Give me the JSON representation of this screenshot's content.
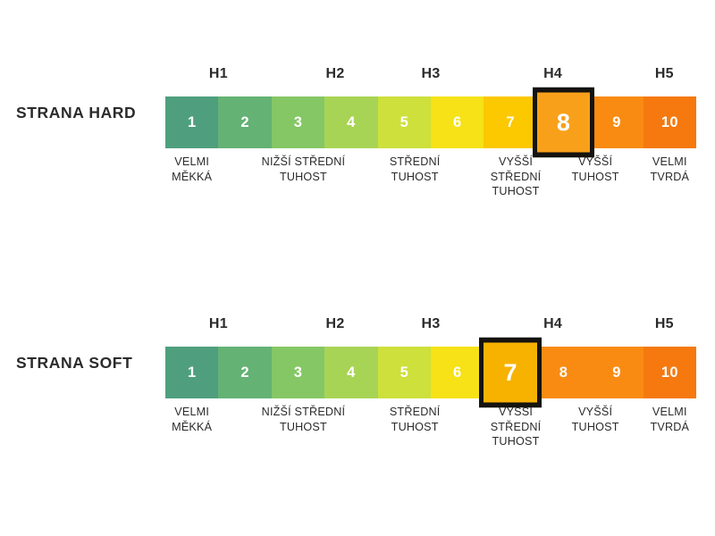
{
  "chart_data": {
    "type": "bar",
    "title": "",
    "scales": [
      {
        "id": "hard",
        "title": "STRANA HARD",
        "selected_value": 8,
        "values": [
          1,
          2,
          3,
          4,
          5,
          6,
          7,
          8,
          9,
          10
        ],
        "colors": [
          "#4f9f7e",
          "#64b274",
          "#85c765",
          "#a8d455",
          "#cde03c",
          "#f6e216",
          "#fcc800",
          "#f9a01b",
          "#f98b12",
          "#f5790f"
        ],
        "groups": [
          {
            "label": "H1",
            "center_pct": 10
          },
          {
            "label": "H2",
            "center_pct": 32
          },
          {
            "label": "H3",
            "center_pct": 50
          },
          {
            "label": "H4",
            "center_pct": 73
          },
          {
            "label": "H5",
            "center_pct": 94
          }
        ],
        "descriptions": [
          {
            "text": "VELMI\nMĚKKÁ",
            "center_pct": 5
          },
          {
            "text": "NIŽŠÍ STŘEDNÍ\nTUHOST",
            "center_pct": 26
          },
          {
            "text": "STŘEDNÍ\nTUHOST",
            "center_pct": 47
          },
          {
            "text": "VYŠŠÍ\nSTŘEDNÍ\nTUHOST",
            "center_pct": 66
          },
          {
            "text": "VYŠŠÍ\nTUHOST",
            "center_pct": 81
          },
          {
            "text": "VELMI\nTVRDÁ",
            "center_pct": 95
          }
        ]
      },
      {
        "id": "soft",
        "title": "STRANA SOFT",
        "selected_value": 7,
        "values": [
          1,
          2,
          3,
          4,
          5,
          6,
          7,
          8,
          9,
          10
        ],
        "colors": [
          "#4f9f7e",
          "#64b274",
          "#85c765",
          "#a8d455",
          "#cde03c",
          "#f6e216",
          "#f7b200",
          "#f98b12",
          "#f98b12",
          "#f5790f"
        ],
        "groups": [
          {
            "label": "H1",
            "center_pct": 10
          },
          {
            "label": "H2",
            "center_pct": 32
          },
          {
            "label": "H3",
            "center_pct": 50
          },
          {
            "label": "H4",
            "center_pct": 73
          },
          {
            "label": "H5",
            "center_pct": 94
          }
        ],
        "descriptions": [
          {
            "text": "VELMI\nMĚKKÁ",
            "center_pct": 5
          },
          {
            "text": "NIŽŠÍ STŘEDNÍ\nTUHOST",
            "center_pct": 26
          },
          {
            "text": "STŘEDNÍ\nTUHOST",
            "center_pct": 47
          },
          {
            "text": "VYŠŠÍ\nSTŘEDNÍ\nTUHOST",
            "center_pct": 66
          },
          {
            "text": "VYŠŠÍ\nTUHOST",
            "center_pct": 81
          },
          {
            "text": "VELMI\nTVRDÁ",
            "center_pct": 95
          }
        ]
      }
    ],
    "xlabel": "",
    "ylabel": "",
    "legend": "none",
    "grid": false
  },
  "colors": {
    "selection_outline": "#15130f",
    "text": "#2b2b2b",
    "cell_text": "#ffffff",
    "background": "#ffffff"
  }
}
